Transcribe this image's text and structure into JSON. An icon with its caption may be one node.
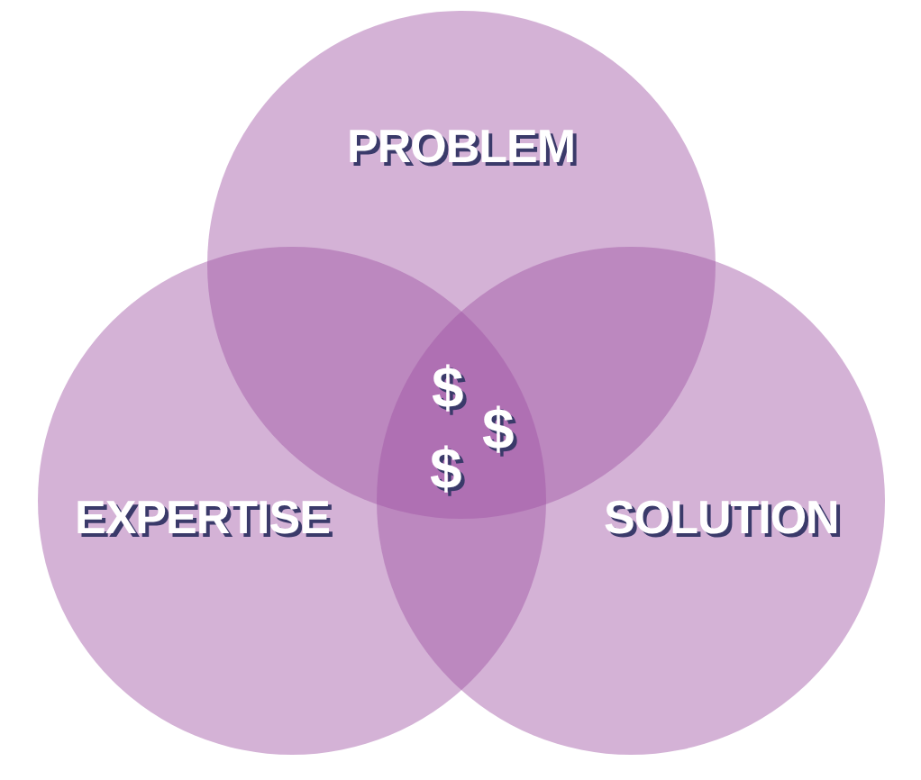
{
  "diagram": {
    "nodes": [
      {
        "text": [
          "PROBLEM"
        ]
      },
      {
        "text": [
          "EXPERTISE"
        ]
      },
      {
        "text": [
          "SOLUTION"
        ]
      }
    ],
    "labels": [
      "$",
      "$",
      "$"
    ]
  }
}
